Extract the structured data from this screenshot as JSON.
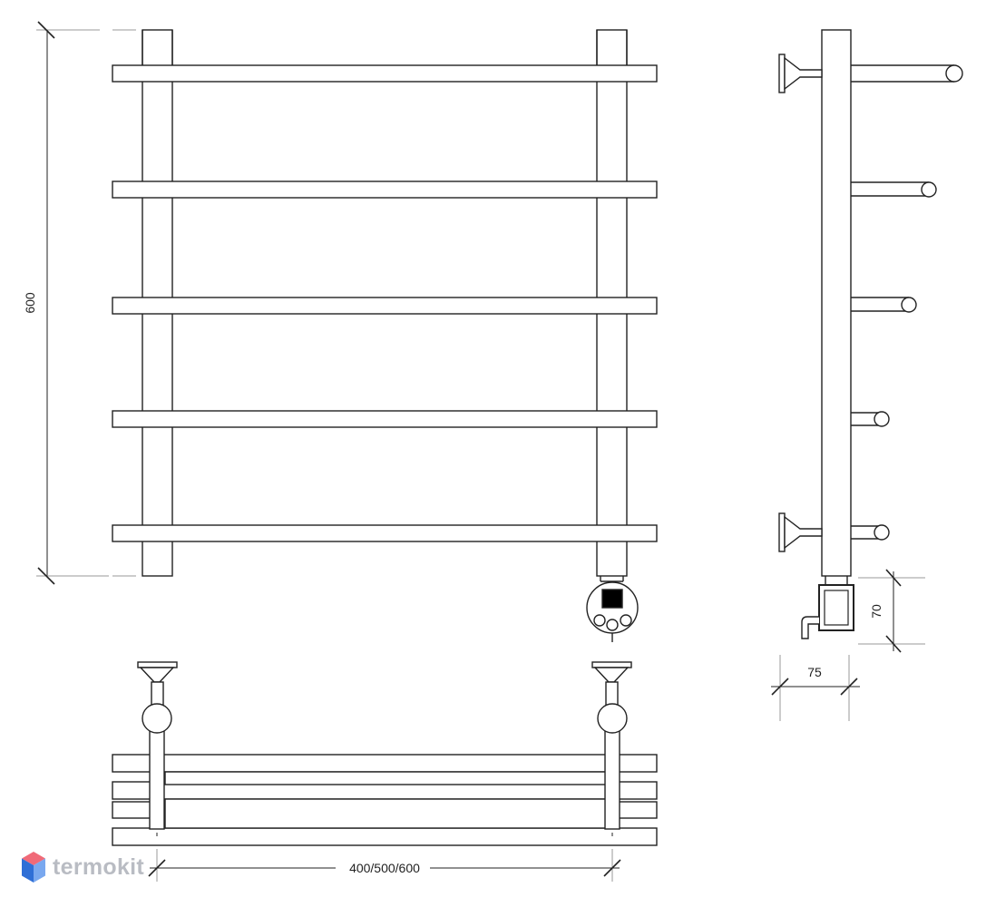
{
  "dimensions": {
    "height": "600",
    "width": "400/500/600",
    "depth": "75",
    "heater_height": "70"
  },
  "logo": {
    "text": "termokit",
    "icon": "cube-logo-icon",
    "colors": {
      "text": "#b9bcc3",
      "cube_top": "#f06a78",
      "cube_left": "#2f6fd6",
      "cube_right": "#79a8ef"
    }
  },
  "colors": {
    "line": "#222222",
    "extension_line": "#9a9a9a",
    "heater_display": "#000000"
  },
  "front_view": {
    "rungs": 5
  },
  "side_view": {
    "rungs": 5,
    "wall_mounts": 2
  },
  "top_view": {
    "rungs": 5,
    "wall_mounts": 2
  }
}
